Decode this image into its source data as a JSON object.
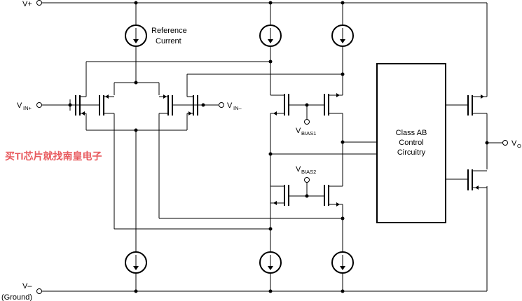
{
  "labels": {
    "v_plus": "V+",
    "reference": "Reference",
    "current": "Current",
    "vin_plus_main": "V",
    "vin_plus_sub": "IN+",
    "vin_minus_main": "V",
    "vin_minus_sub": "IN–",
    "vbias1_main": "V",
    "vbias1_sub": "BIAS1",
    "vbias2_main": "V",
    "vbias2_sub": "BIAS2",
    "classab_1": "Class AB",
    "classab_2": "Control",
    "classab_3": "Circuitry",
    "vo_main": "V",
    "vo_sub": "O",
    "v_minus": "V–",
    "ground": "(Ground)"
  },
  "watermark": "买TI芯片就找南皇电子",
  "colors": {
    "line": "#000000",
    "watermark": "#e8595d"
  }
}
